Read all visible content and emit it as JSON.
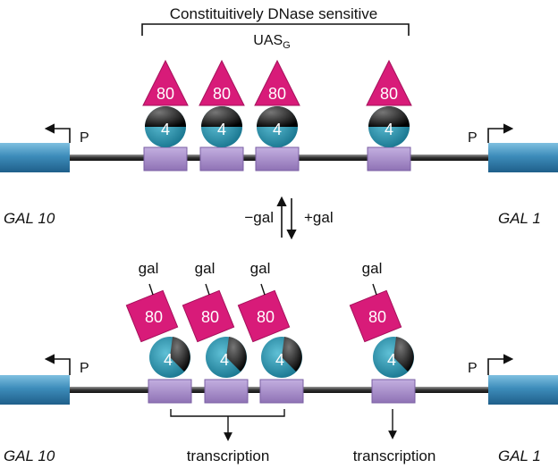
{
  "colors": {
    "gene_blue": "#3d8cba",
    "site_purple": "#a58cc8",
    "gal80_magenta": "#d81b79",
    "gal4_teal": "#1f8aa3",
    "dna_gray": "#555555"
  },
  "top": {
    "header": "Constituitively DNase sensitive",
    "uas_main": "UAS",
    "uas_sub": "G",
    "promoter_left": "P",
    "promoter_right": "P",
    "gal80_labels": [
      "80",
      "80",
      "80",
      "80"
    ],
    "gal4_labels": [
      "4",
      "4",
      "4",
      "4"
    ]
  },
  "middle": {
    "gene_left": "GAL 10",
    "gene_right": "GAL 1",
    "minus_gal": "−gal",
    "plus_gal": "+gal"
  },
  "bottom": {
    "promoter_left": "P",
    "promoter_right": "P",
    "gal_labels": [
      "gal",
      "gal",
      "gal",
      "gal"
    ],
    "gal80_labels": [
      "80",
      "80",
      "80",
      "80"
    ],
    "gal4_labels": [
      "4",
      "4",
      "4",
      "4"
    ],
    "gene_left": "GAL 10",
    "gene_right": "GAL 1",
    "transcription_left": "transcription",
    "transcription_right": "transcription"
  }
}
